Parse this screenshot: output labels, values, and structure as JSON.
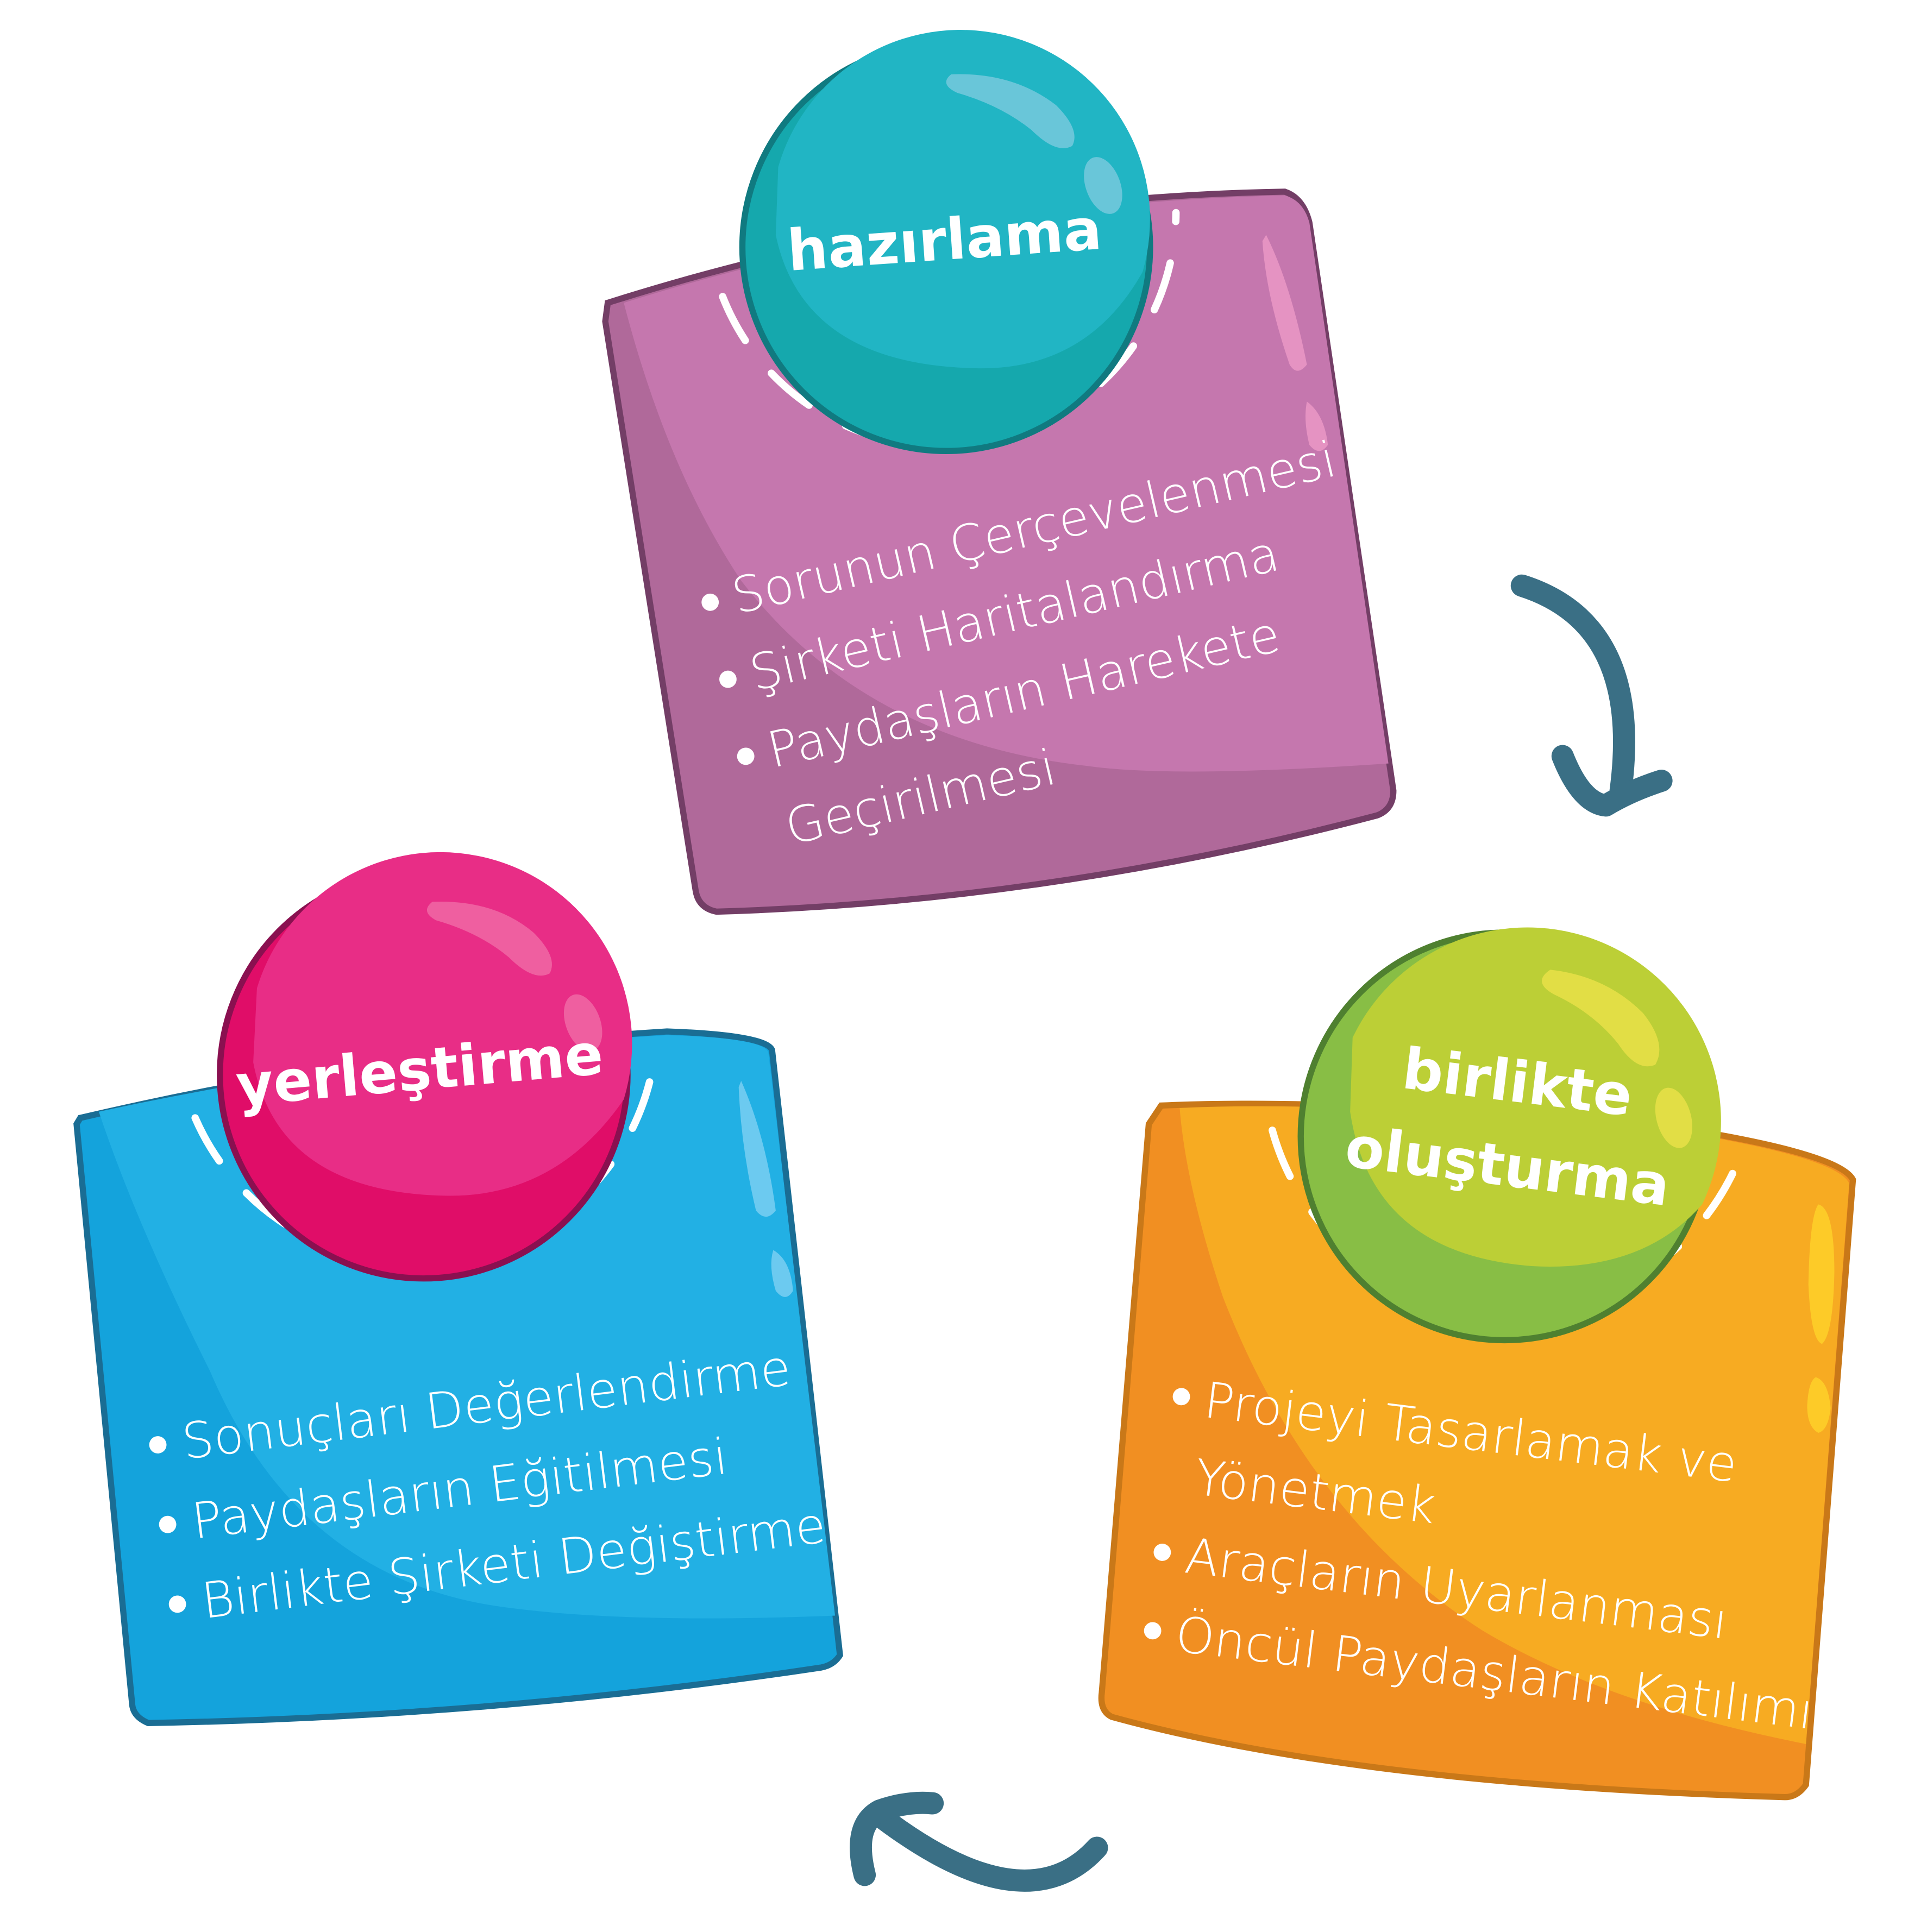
{
  "stages": [
    {
      "title": "hazırlama",
      "items": [
        "Sorunun Çerçevelenmesi",
        "Şirketi Haritalandırma",
        "Paydaşların Harekete",
        "Geçirilmesi"
      ],
      "card_color": "#c577ae",
      "ball_color": "#21b5c4"
    },
    {
      "title_lines": [
        "birlikte",
        "oluşturma"
      ],
      "items": [
        "Projeyi  Tasarlamak ve",
        "Yönetmek",
        "Araçların Uyarlanması",
        "Öncül Paydaşların Katılımı"
      ],
      "card_color": "#f7ab22",
      "ball_color": "#bccf36"
    },
    {
      "title": "yerleştirme",
      "items": [
        "Sonuçları Değerlendirme",
        "Paydaşların Eğitilmesi",
        "Birlikte Şirketi Değiştirme"
      ],
      "card_color": "#22b0e4",
      "ball_color": "#e82d86"
    }
  ],
  "arrow_color": "#3a6f85"
}
